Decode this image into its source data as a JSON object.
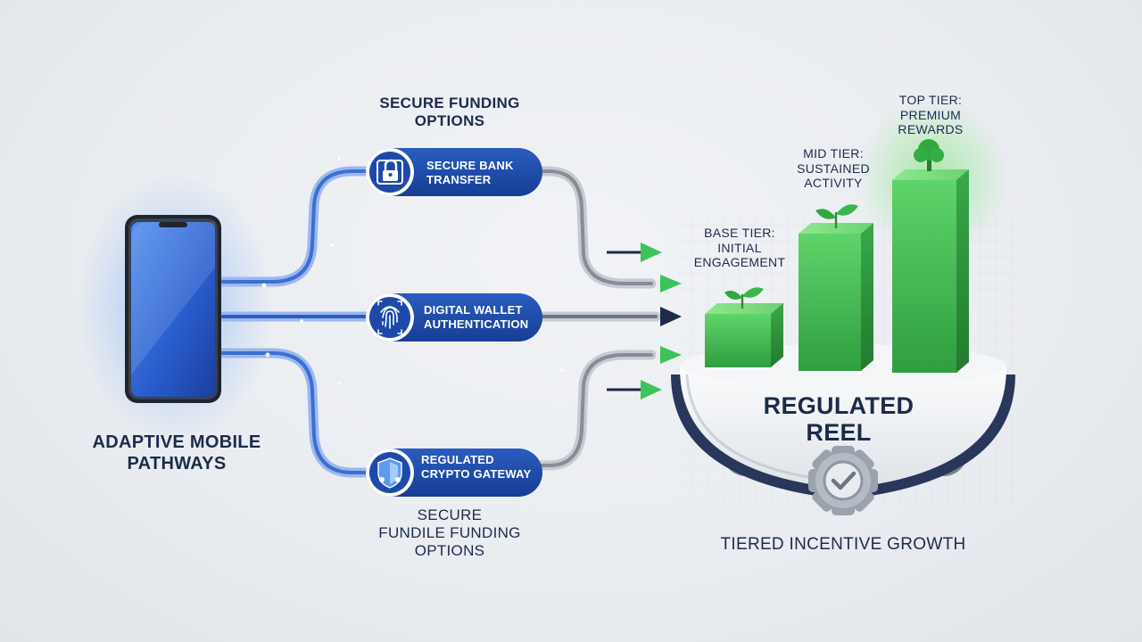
{
  "colors": {
    "background": "#eceef2",
    "navy": "#1c2b4a",
    "pill_blue": "#1f4fae",
    "pill_blue_dark": "#163a8a",
    "path_blue": "#3d6fd1",
    "path_gray": "#8a9199",
    "arrow_green": "#3ec25a",
    "bar_green": "#3ab54a",
    "bar_green_light": "#6ad46f",
    "phone_screen": "#2f6fe0"
  },
  "icons": {
    "bank": "padlock-icon",
    "wallet": "fingerprint-icon",
    "crypto": "shield-icon",
    "base": "sprout-icon",
    "mid": "sprout-icon",
    "top": "tree-icon",
    "reel": "checkmark-gear-icon"
  },
  "labels": {
    "phone_caption": [
      "ADAPTIVE MOBILE",
      "PATHWAYS"
    ],
    "funding_top": [
      "SECURE FUNDING",
      "OPTIONS"
    ],
    "funding_bottom": [
      "SECURE",
      "FUNDILE FUNDING",
      "OPTIONS"
    ],
    "reel": [
      "REGULATED",
      "REEL"
    ],
    "growth": "TIERED INCENTIVE GROWTH"
  },
  "pills": {
    "bank": [
      "SECURE BANK",
      "TRANSFER"
    ],
    "wallet": [
      "DIGITAL WALLET",
      "AUTHENTICATION"
    ],
    "crypto": [
      "REGULATED",
      "CRYPTO GATEWAY"
    ]
  },
  "tiers": {
    "base": [
      "BASE TIER:",
      "INITIAL",
      "ENGAGEMENT"
    ],
    "mid": [
      "MID TIER:",
      "SUSTAINED",
      "ACTIVITY"
    ],
    "top": [
      "TOP TIER:",
      "PREMIUM",
      "REWARDS"
    ]
  }
}
